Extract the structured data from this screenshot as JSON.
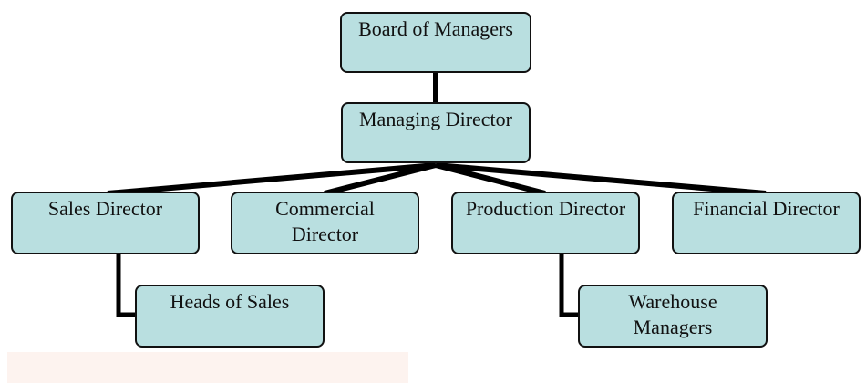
{
  "org_chart": {
    "nodes": {
      "board": "Board of Managers",
      "managing_director": "Managing Director",
      "sales_director": "Sales Director",
      "commercial_director": "Commercial\nDirector",
      "production_director": "Production Director",
      "financial_director": "Financial Director",
      "heads_of_sales": "Heads of Sales",
      "warehouse_managers": "Warehouse\nManagers"
    },
    "hierarchy": [
      {
        "parent": "Board of Managers",
        "child": "Managing Director"
      },
      {
        "parent": "Managing Director",
        "child": "Sales Director"
      },
      {
        "parent": "Managing Director",
        "child": "Commercial Director"
      },
      {
        "parent": "Managing Director",
        "child": "Production Director"
      },
      {
        "parent": "Managing Director",
        "child": "Financial Director"
      },
      {
        "parent": "Sales Director",
        "child": "Heads of Sales"
      },
      {
        "parent": "Production Director",
        "child": "Warehouse Managers"
      }
    ],
    "colors": {
      "box_fill": "#b9dfe0",
      "line": "#000000",
      "border": "#111111"
    }
  }
}
